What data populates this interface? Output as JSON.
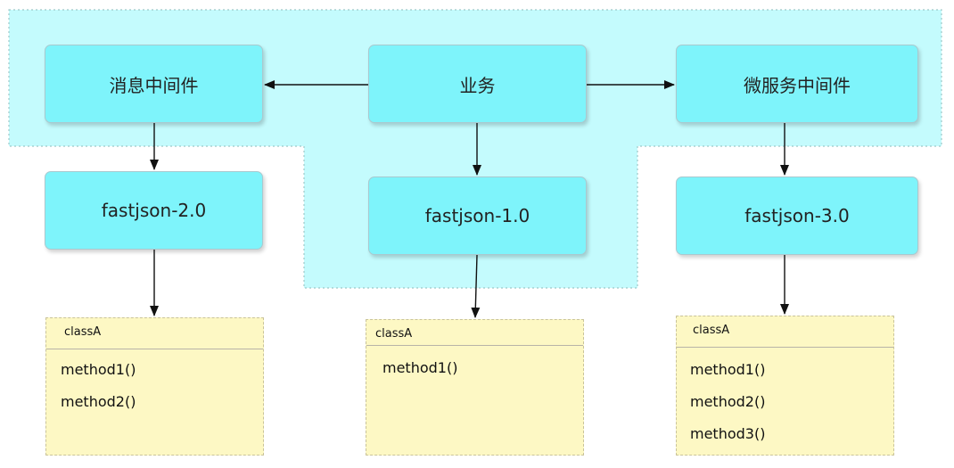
{
  "boxes": {
    "mq": "消息中间件",
    "biz": "业务",
    "ms": "微服务中间件",
    "fj2": "fastjson-2.0",
    "fj1": "fastjson-1.0",
    "fj3": "fastjson-3.0"
  },
  "classes": [
    {
      "name": "classA",
      "methods": [
        "method1()",
        "method2()"
      ]
    },
    {
      "name": "classA",
      "methods": [
        "method1()"
      ]
    },
    {
      "name": "classA",
      "methods": [
        "method1()",
        "method2()",
        "method3()"
      ]
    }
  ],
  "colors": {
    "region_fill": "#c4fbfd",
    "box_fill": "#7ef4fb",
    "class_fill": "#fdf8c4"
  }
}
